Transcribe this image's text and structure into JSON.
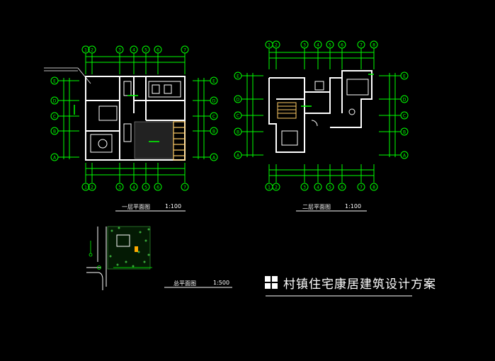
{
  "plan1": {
    "caption": "一层平面图",
    "scale": "1:100",
    "axes_cols": [
      "1",
      "2",
      "3",
      "4",
      "5",
      "6",
      "7"
    ],
    "axes_rows": [
      "A",
      "B",
      "C",
      "D",
      "E"
    ]
  },
  "plan2": {
    "caption": "二层平面图",
    "scale": "1:100",
    "axes_cols": [
      "1",
      "2",
      "3",
      "4",
      "5",
      "6",
      "7",
      "8"
    ],
    "axes_rows": [
      "A",
      "B",
      "C",
      "D",
      "E"
    ]
  },
  "site": {
    "caption": "总平面图",
    "scale": "1:500"
  },
  "project_title": "村镇住宅康居建筑设计方案",
  "colors": {
    "background": "#000000",
    "wall": "#ffffff",
    "axis": "#00ff00",
    "dimension": "#00ff00",
    "stair": "#ffcc66",
    "accent_dot": "#ffaa00"
  }
}
